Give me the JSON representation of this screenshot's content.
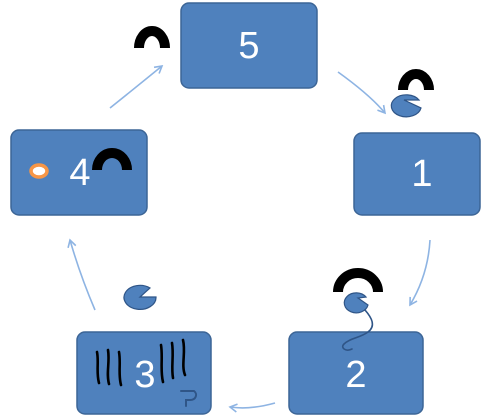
{
  "steps": [
    {
      "id": "step-5",
      "label": "5"
    },
    {
      "id": "step-1",
      "label": "1"
    },
    {
      "id": "step-2",
      "label": "2"
    },
    {
      "id": "step-3",
      "label": "3"
    },
    {
      "id": "step-4",
      "label": "4"
    }
  ],
  "colors": {
    "box_fill": "#4f81bd",
    "arrow": "#8eb4e3",
    "ring": "#f79646",
    "icon_dark": "#000000"
  },
  "icons": [
    "arch-icon",
    "pacman-icon",
    "ring-icon",
    "squiggle-marks-icon",
    "folded-fragment-icon"
  ]
}
